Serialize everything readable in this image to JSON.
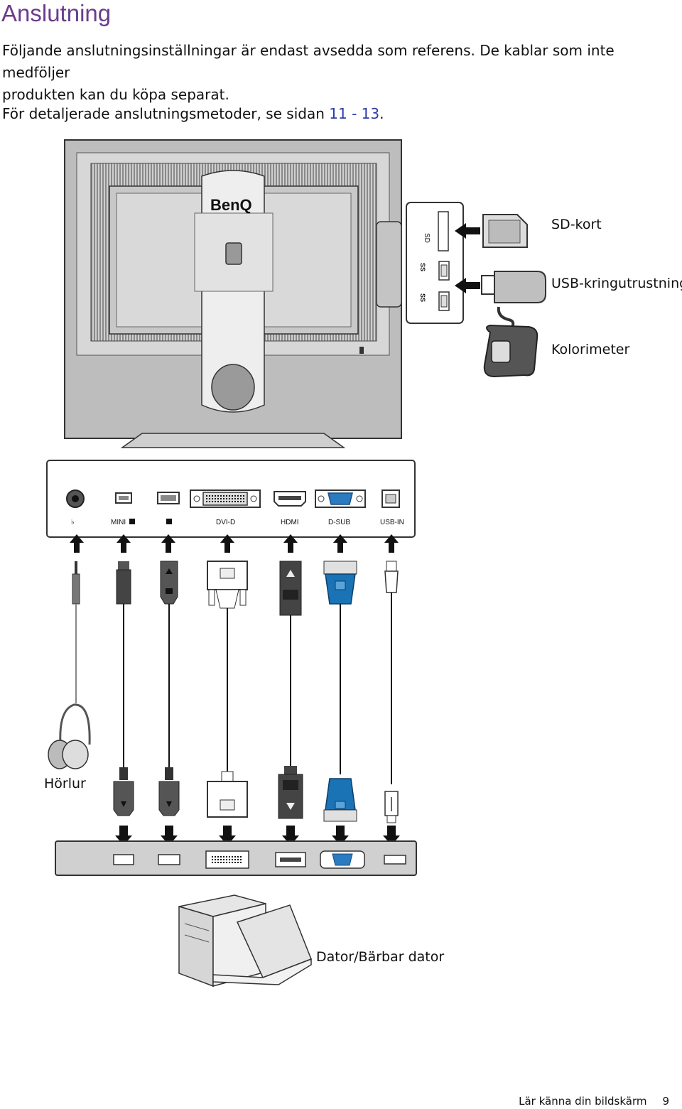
{
  "heading": "Anslutning",
  "intro_line1": "Följande anslutningsinställningar är endast avsedda som referens. De kablar som inte medföljer",
  "intro_line2": "produkten kan du köpa separat.",
  "detail_prefix": "För detaljerade anslutningsmetoder, se sidan ",
  "detail_link": "11 - 13",
  "detail_suffix": ".",
  "monitor_brand": "BenQ",
  "side_ports": {
    "sd_label": "SD",
    "usb_label_1": "SS",
    "usb_label_2": "SS"
  },
  "accessories": {
    "sd_card": "SD-kort",
    "usb_device": "USB-kringutrustning",
    "colorimeter": "Kolorimeter"
  },
  "rear_ports": [
    "MINI",
    "DVI-D",
    "HDMI",
    "D-SUB",
    "USB-IN"
  ],
  "devices": {
    "headphone": "Hörlur",
    "computer": "Dator/Bärbar dator"
  },
  "footer": {
    "section": "Lär känna din bildskärm",
    "page": "9"
  },
  "colors": {
    "heading": "#6b3d8a",
    "link": "#2a3aa8",
    "vga_blue": "#1a73b5"
  }
}
